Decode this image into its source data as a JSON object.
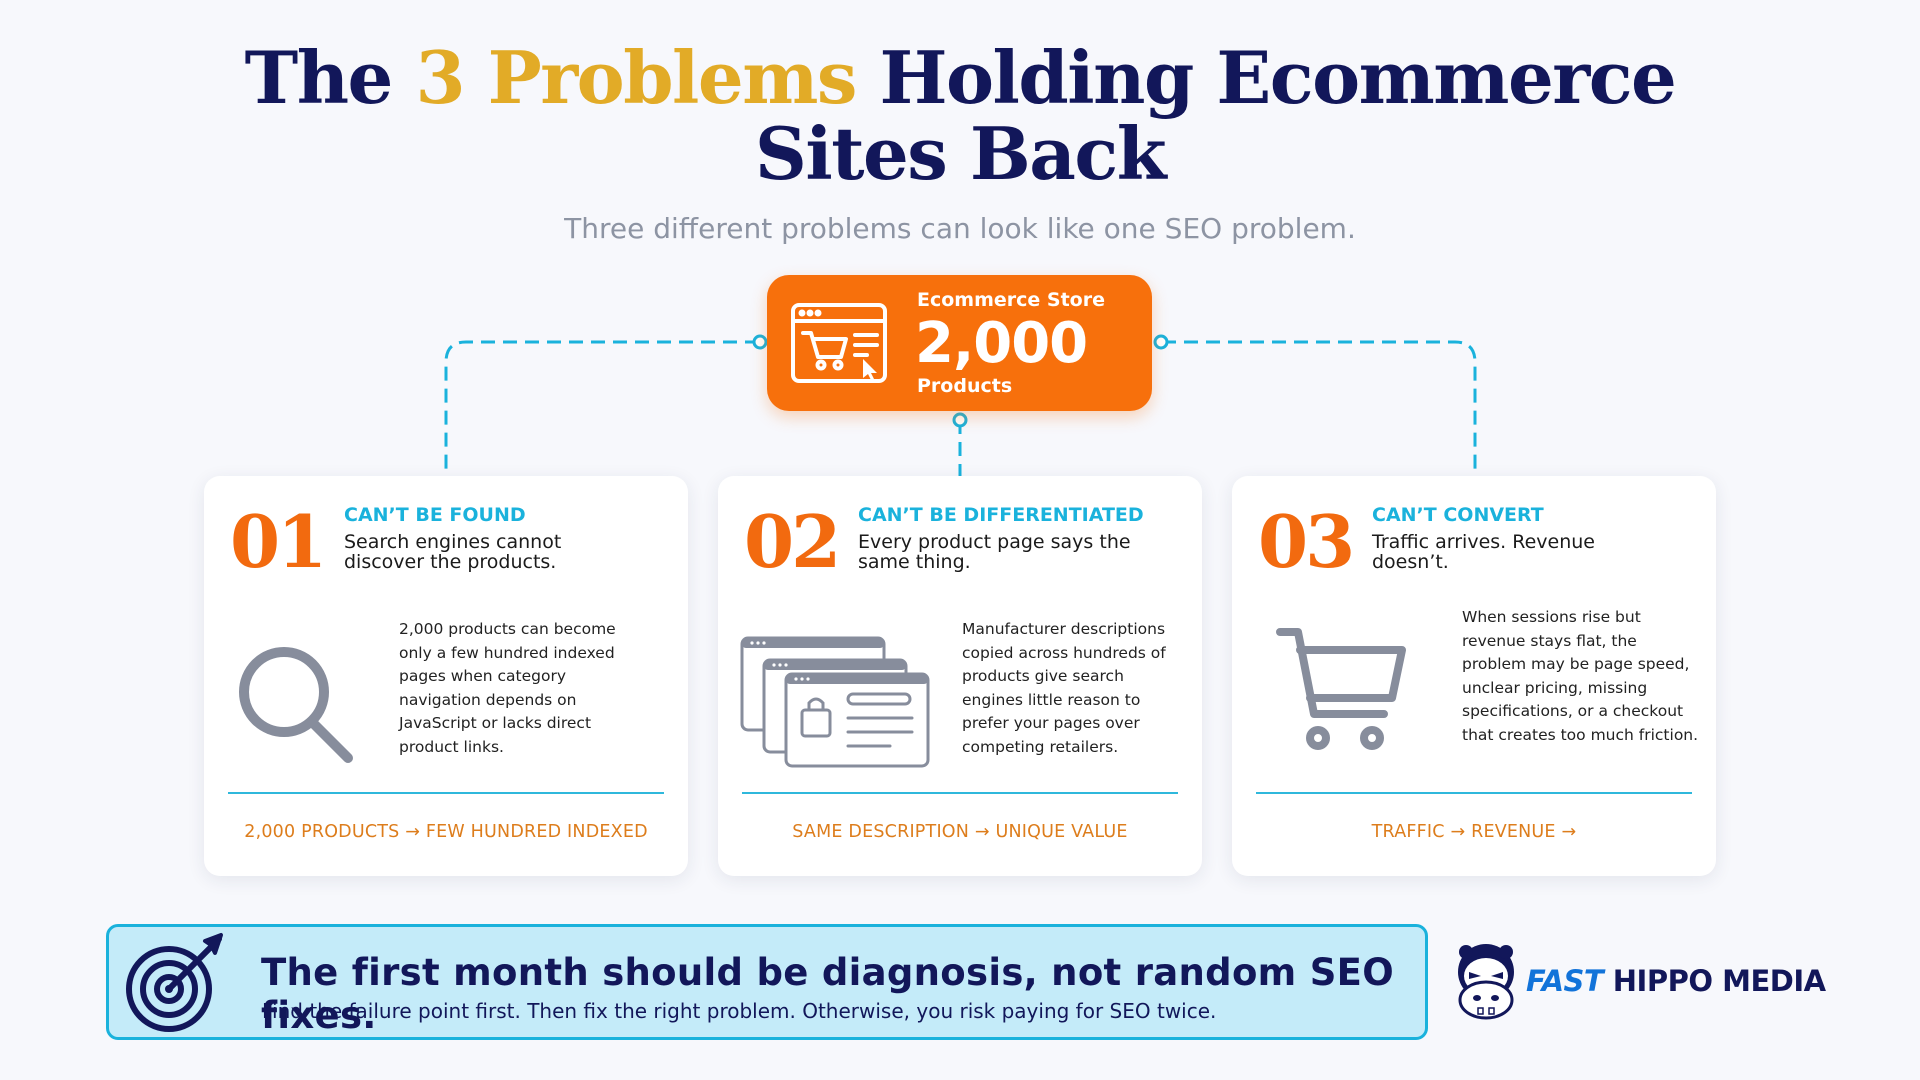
{
  "header": {
    "title_prefix": "The",
    "title_accent": "3 Problems",
    "title_line1_rest": "Holding Ecommerce",
    "title_line2": "Sites Back",
    "subtitle": "Three different problems can look like one SEO problem."
  },
  "store": {
    "label": "Ecommerce Store",
    "count": "2,000",
    "unit": "Products",
    "icon": "store-cart-icon"
  },
  "cards": [
    {
      "number": "01",
      "heading": "CAN’T BE FOUND",
      "tagline": "Search engines cannot discover the products.",
      "body": "2,000 products can become only a few hundred indexed pages when category navigation depends on JavaScript or lacks direct product links.",
      "footer": "2,000 PRODUCTS → FEW HUNDRED INDEXED",
      "icon": "magnifier-icon"
    },
    {
      "number": "02",
      "heading": "CAN’T BE DIFFERENTIATED",
      "tagline": "Every product page says the same thing.",
      "body": "Manufacturer descriptions copied across hundreds of products give search engines little reason to prefer your pages over competing retailers.",
      "footer": "SAME DESCRIPTION → UNIQUE VALUE",
      "icon": "duplicate-pages-icon"
    },
    {
      "number": "03",
      "heading": "CAN’T CONVERT",
      "tagline": "Traffic arrives. Revenue doesn’t.",
      "body": "When sessions rise but revenue stays flat, the problem may be page speed, unclear pricing, missing specifications, or a checkout that creates too much friction.",
      "footer": "TRAFFIC → REVENUE →",
      "icon": "shopping-cart-icon"
    }
  ],
  "banner": {
    "headline": "The first month should be diagnosis, not random SEO fixes.",
    "subtext": "Find the failure point first. Then fix the right problem. Otherwise, you risk paying for SEO twice.",
    "icon": "target-arrow-icon"
  },
  "brand": {
    "name_first": "FAST",
    "name_rest": " HIPPO MEDIA",
    "icon": "hippo-mascot-icon"
  },
  "colors": {
    "navy": "#12175a",
    "gold": "#e2ab27",
    "orange": "#f7700c",
    "cyan": "#1ab2dc",
    "footer_orange": "#dd7d1c",
    "banner_bg": "#c4ebf9"
  }
}
